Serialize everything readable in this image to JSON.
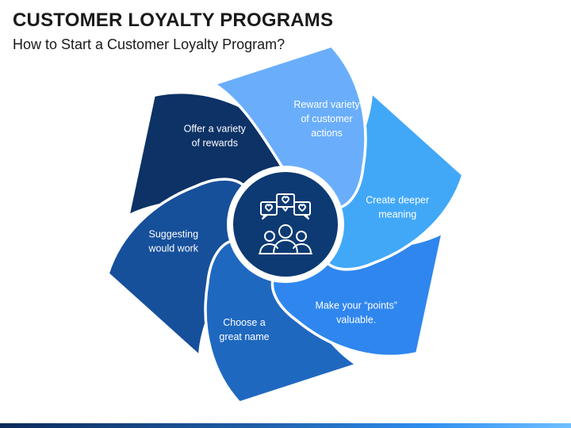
{
  "header": {
    "title": "CUSTOMER LOYALTY PROGRAMS",
    "subtitle": "How to Start a Customer Loyalty Program?"
  },
  "diagram": {
    "center_icon": "people-with-heart-chat-bubbles-icon",
    "segments": [
      {
        "lines": [
          "Reward variety",
          "of customer",
          "actions"
        ],
        "color": "#6aaefb"
      },
      {
        "lines": [
          "Create deeper",
          "meaning"
        ],
        "color": "#41a8f8"
      },
      {
        "lines": [
          "Make your “points”",
          "valuable."
        ],
        "color": "#2f86ee"
      },
      {
        "lines": [
          "Choose a",
          "great name"
        ],
        "color": "#1f68c0"
      },
      {
        "lines": [
          "Suggesting",
          "would work"
        ],
        "color": "#164f9a"
      },
      {
        "lines": [
          "Offer a variety",
          "of rewards"
        ],
        "color": "#0c3266"
      }
    ],
    "colors": {
      "center_fill": "#0d3a73",
      "center_ring": "#ffffff",
      "icon_stroke": "#ffffff"
    }
  }
}
